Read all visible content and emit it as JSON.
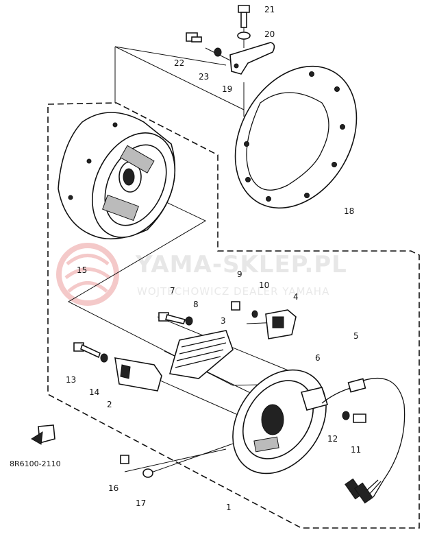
{
  "watermark": {
    "main": "YAMA-SKLEP.PL",
    "sub": "WOJTECHOWICZ DEALER YAMAHA"
  },
  "diagram_code": "8R6100-2110",
  "callouts": [
    "1",
    "2",
    "3",
    "4",
    "5",
    "6",
    "7",
    "8",
    "9",
    "10",
    "11",
    "12",
    "13",
    "14",
    "15",
    "16",
    "17",
    "18",
    "19",
    "20",
    "21",
    "22",
    "23"
  ]
}
